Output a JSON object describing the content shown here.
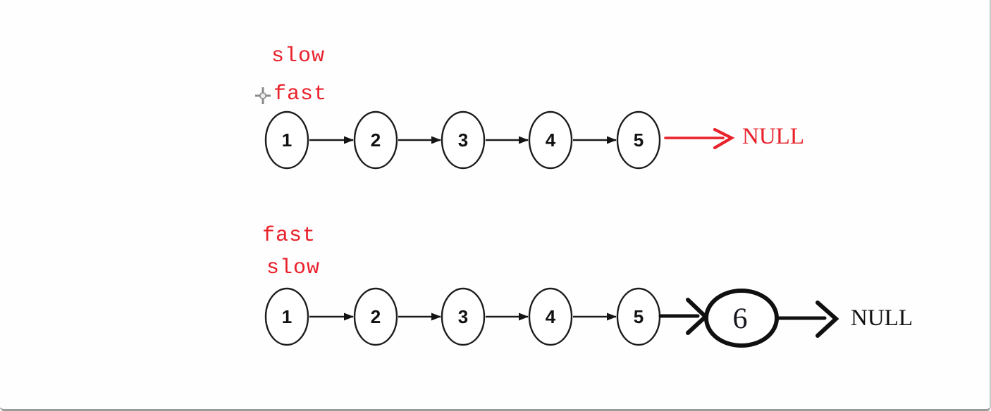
{
  "colors": {
    "red": "#e8212a",
    "ink": "#101010",
    "cursor_gray": "#8a8a8a",
    "border_gray": "#9b9b9b"
  },
  "icons": {
    "cursor": "precision-crosshair-cursor"
  },
  "top_list": {
    "slow_label": "slow",
    "fast_label": "fast",
    "nodes": [
      "1",
      "2",
      "3",
      "4",
      "5"
    ],
    "null_label": "NULL"
  },
  "bottom_list": {
    "fast_label": "fast",
    "slow_label": "slow",
    "nodes": [
      "1",
      "2",
      "3",
      "4",
      "5"
    ],
    "appended_node": "6",
    "null_label": "NULL"
  }
}
